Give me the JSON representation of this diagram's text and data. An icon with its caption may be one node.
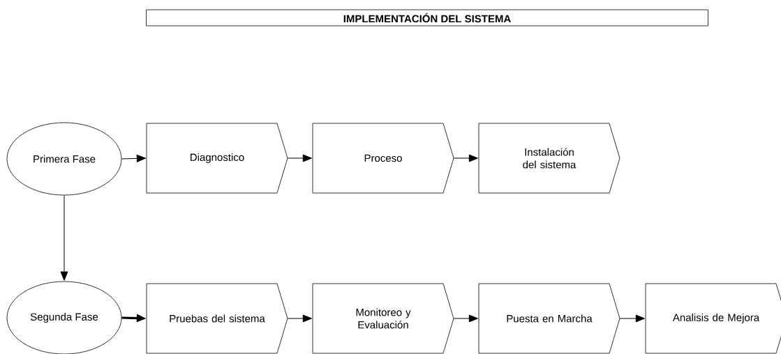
{
  "diagram": {
    "title": "IMPLEMENTACIÓN DEL SISTEMA",
    "nodes": [
      {
        "text": [
          "Primera Fase"
        ]
      },
      {
        "text": [
          "Diagnostico"
        ]
      },
      {
        "text": [
          "Proceso"
        ]
      },
      {
        "text": [
          "Instalación del sistema"
        ]
      },
      {
        "text": [
          "Segunda Fase"
        ]
      },
      {
        "text": [
          "Pruebas del sistema"
        ]
      },
      {
        "text": [
          "Monitoreo y Evaluación"
        ]
      },
      {
        "text": [
          "Puesta en Marcha"
        ]
      },
      {
        "text": [
          "Analisis de Mejora"
        ]
      }
    ],
    "edges": [
      {
        "from": 0,
        "to": 1,
        "arrow": "to"
      },
      {
        "from": 1,
        "to": 2,
        "arrow": "to"
      },
      {
        "from": 2,
        "to": 3,
        "arrow": "to"
      },
      {
        "from": 0,
        "to": 4,
        "arrow": "to"
      },
      {
        "from": 4,
        "to": 5,
        "arrow": "to",
        "style": "thick"
      },
      {
        "from": 5,
        "to": 6,
        "arrow": "to"
      },
      {
        "from": 6,
        "to": 7,
        "arrow": "to"
      },
      {
        "from": 7,
        "to": 8,
        "arrow": "to"
      }
    ]
  }
}
